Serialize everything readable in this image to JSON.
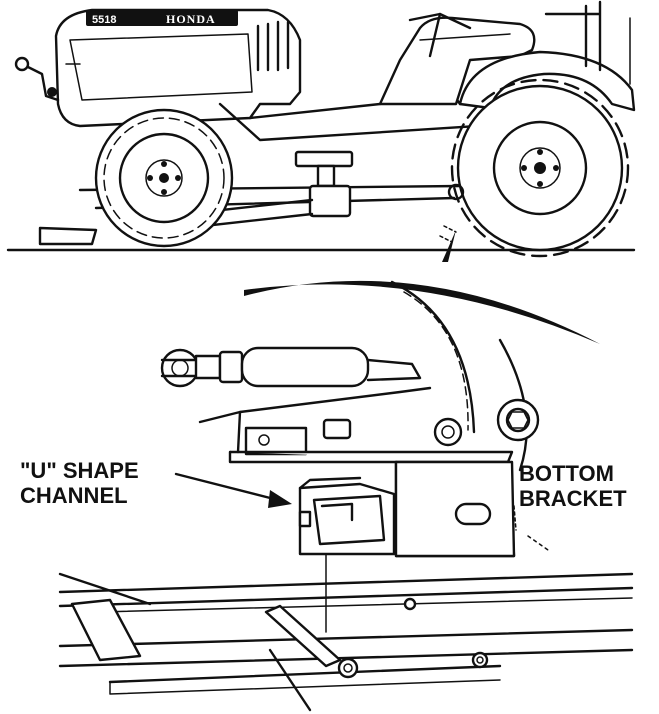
{
  "tractor": {
    "model": "5518",
    "brand": "HONDA"
  },
  "callouts": {
    "u_channel": "\"U\" SHAPE\nCHANNEL",
    "bottom_bracket": "BOTTOM\nBRACKET"
  }
}
